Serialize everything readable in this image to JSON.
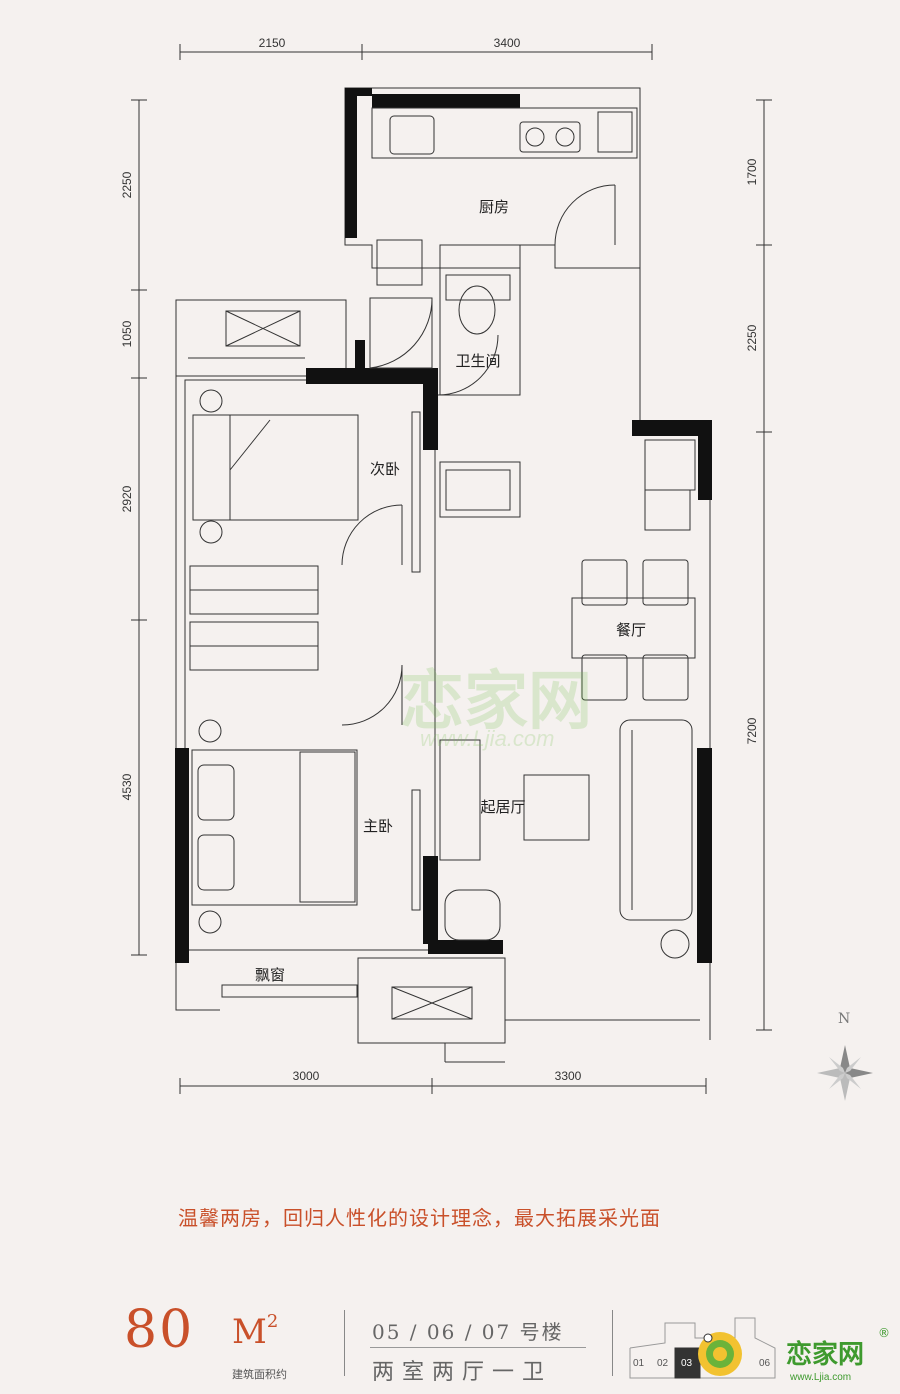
{
  "dimensions": {
    "top": [
      "2150",
      "3400"
    ],
    "bottom": [
      "3000",
      "3300"
    ],
    "left": [
      "2250",
      "1050",
      "2920",
      "4530"
    ],
    "right": [
      "1700",
      "2250",
      "7200"
    ]
  },
  "rooms": {
    "kitchen": "厨房",
    "bathroom": "卫生间",
    "second_bedroom": "次卧",
    "dining": "餐厅",
    "living": "起居厅",
    "master_bedroom": "主卧",
    "bay_window": "飘窗"
  },
  "watermark": {
    "text": "恋家网",
    "url": "www.Ljia.com"
  },
  "compass": {
    "north": "N"
  },
  "slogan": "温馨两房，回归人性化的设计理念，最大拓展采光面",
  "area": {
    "number": "80",
    "unit": "M",
    "sup": "2",
    "label": "建筑面积约"
  },
  "building": "05 / 06 / 07 号楼",
  "layout_text": "两室两厅一卫",
  "site_map": {
    "blocks": [
      "01",
      "02",
      "03",
      "06"
    ],
    "highlight": "03"
  },
  "brand": {
    "name": "恋家网",
    "url": "www.Ljia.com",
    "reg": "®"
  },
  "colors": {
    "accent": "#c9502a",
    "brand": "#3e9a2e",
    "wall": "#111111",
    "background": "#f5f1ef"
  }
}
